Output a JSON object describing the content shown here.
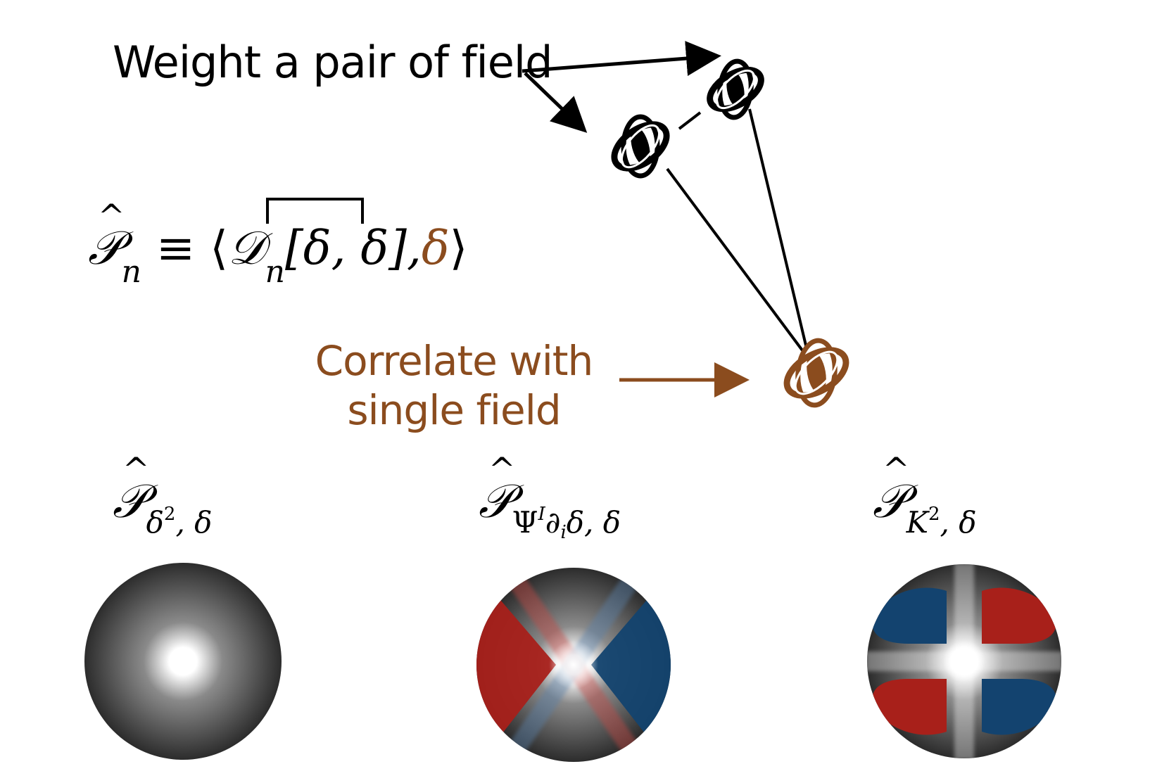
{
  "weight_label": "Weight a pair of field",
  "correlate_label_line1": "Correlate with",
  "correlate_label_line2": "single field",
  "formula": {
    "lhs_symbol": "𝒫",
    "lhs_sub": "n",
    "equiv": "≡",
    "langle": "⟨",
    "operator_symbol": "𝒟",
    "operator_sub": "n",
    "args": "[δ, δ],",
    "single_field": "δ",
    "rangle": "⟩"
  },
  "panels": [
    {
      "symbol": "𝒫",
      "sub_main": "δ",
      "sub_sup": "2",
      "sub_tail": ", δ"
    },
    {
      "symbol": "𝒫",
      "sub_main": "Ψ",
      "sub_sup": "I",
      "sub_mid": "∂",
      "sub_subsub": "i",
      "sub_tail": "δ, δ"
    },
    {
      "symbol": "𝒫",
      "sub_main": "K",
      "sub_sup": "2",
      "sub_tail": ", δ"
    }
  ],
  "colors": {
    "text": "#000000",
    "accent_brown": "#8b4c1e",
    "red": "#a8201a",
    "blue": "#13436f"
  },
  "icons": [
    "galaxy-icon",
    "galaxy-icon",
    "galaxy-icon-brown"
  ]
}
